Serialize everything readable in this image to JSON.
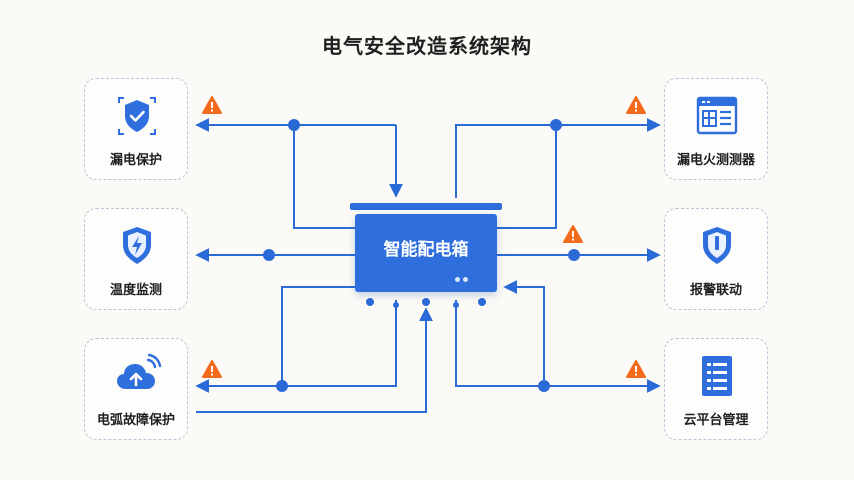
{
  "title": "电气安全改造系统架构",
  "hub": {
    "label": "智能配电箱"
  },
  "nodes": {
    "leakage_protection": "漏电保护",
    "leakage_fire_detector": "漏电火测测器",
    "temperature_monitoring": "温度监测",
    "alarm_linkage": "报警联动",
    "arc_fault_protection": "电弧故障保护",
    "cloud_platform": "云平台管理"
  },
  "colors": {
    "line": "#2a6ad6",
    "hub": "#2f6fdd",
    "warning": "#f26b1d",
    "card_border": "#b9c6d8"
  },
  "icons": {
    "leakage_protection": "shield-check-icon",
    "leakage_fire_detector": "window-panel-icon",
    "temperature_monitoring": "shield-lightning-icon",
    "alarm_linkage": "shield-info-icon",
    "arc_fault_protection": "cloud-upload-icon",
    "cloud_platform": "list-document-icon",
    "warning": "warning-triangle-icon"
  }
}
